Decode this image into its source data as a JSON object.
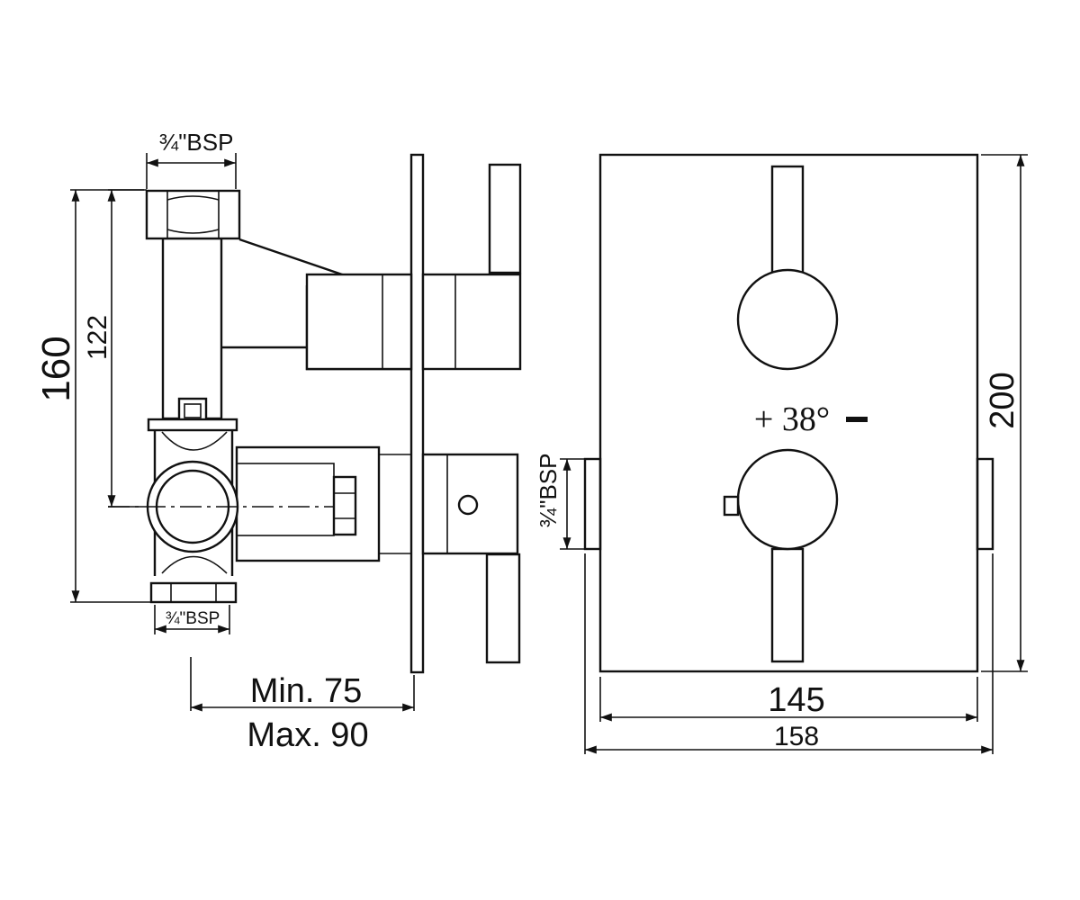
{
  "side_view": {
    "top_inlet_label": "¾\"BSP",
    "bottom_outlet_label": "¾\"BSP",
    "overall_height_label": "160",
    "inlet_to_outlet_label": "122",
    "min_depth_label": "Min. 75",
    "max_depth_label": "Max. 90"
  },
  "front_view": {
    "temperature_label": "+ 38°",
    "minus_label": "–",
    "side_port_label": "¾\"BSP",
    "plate_height_label": "200",
    "plate_width_label": "145",
    "overall_width_label": "158"
  }
}
